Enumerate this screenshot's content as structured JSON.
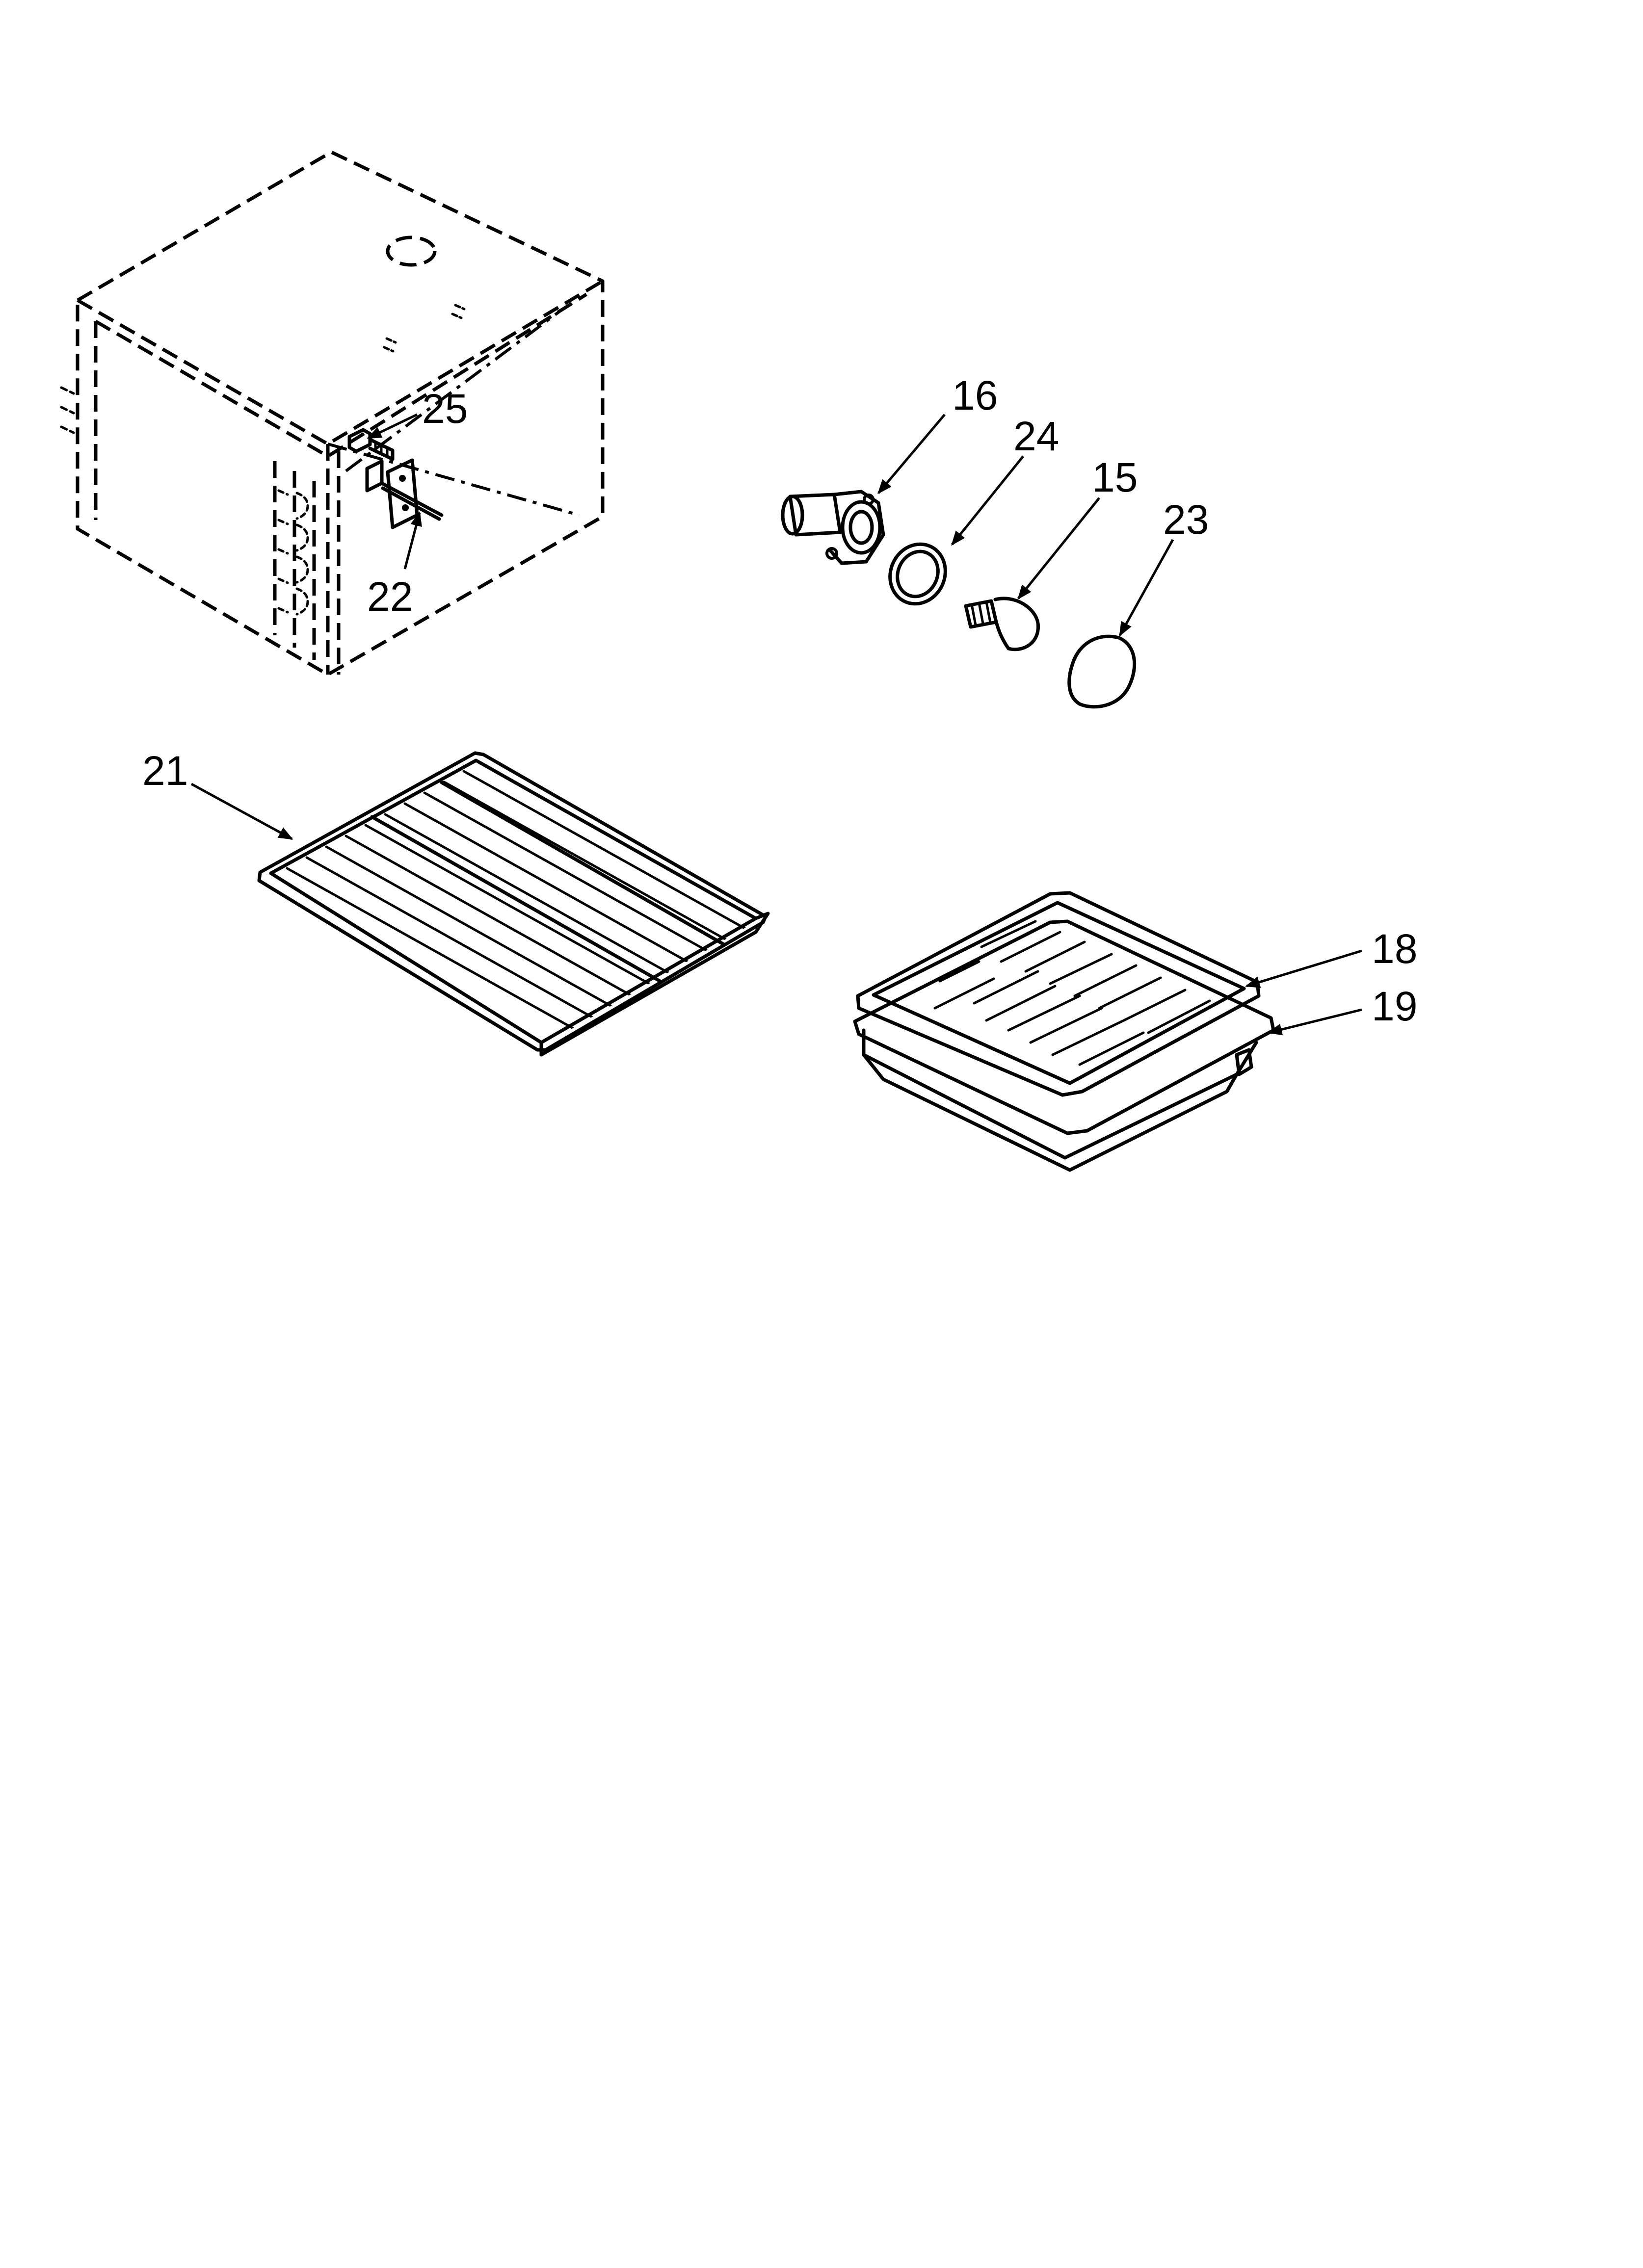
{
  "callouts": [
    {
      "id": "c16",
      "text": "16"
    },
    {
      "id": "c24",
      "text": "24"
    },
    {
      "id": "c15",
      "text": "15"
    },
    {
      "id": "c23",
      "text": "23"
    },
    {
      "id": "c25",
      "text": "25"
    },
    {
      "id": "c22",
      "text": "22"
    },
    {
      "id": "c21",
      "text": "21"
    },
    {
      "id": "c18",
      "text": "18"
    },
    {
      "id": "c19",
      "text": "19"
    }
  ]
}
